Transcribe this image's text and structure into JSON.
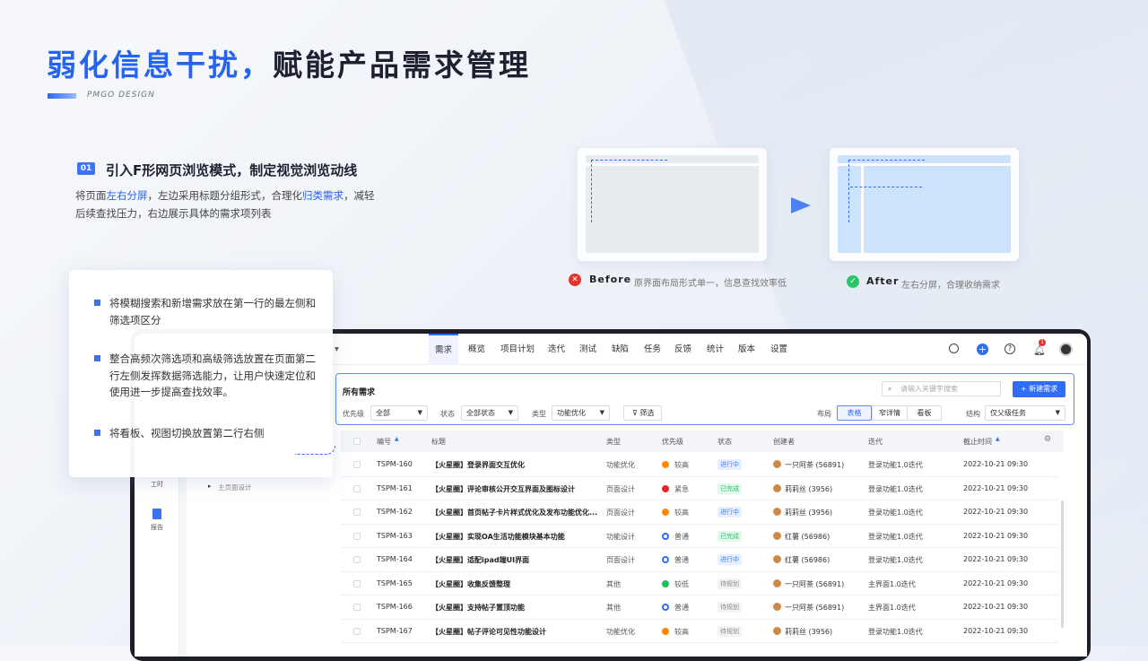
{
  "header": {
    "title_blue": "弱化信息干扰，",
    "title_dark": "赋能产品需求管理",
    "brand": "PMGO DESIGN"
  },
  "section": {
    "index": "01",
    "heading": "引入F形网页浏览模式，制定视觉浏览动线",
    "para_1": "将页面",
    "para_hl1": "左右分屏",
    "para_2": "，左边采用标题分组形式，合理化",
    "para_hl2": "归类需求",
    "para_3": "，减轻后续查找压力，右边展示具体的需求项列表"
  },
  "compare": {
    "before_label": "Before",
    "before_desc": "原界面布局形式单一，信息查找效率低",
    "after_label": "After",
    "after_desc": "左右分屏，合理收纳需求"
  },
  "tips": [
    "将模糊搜索和新增需求放在第一行的最左侧和筛选项区分",
    "整合高频次筛选项和高级筛选放置在页面第二行左侧发挥数据筛选能力，让用户快速定位和使用进一步提高查找效率。",
    "将看板、视图切换放置第二行右侧"
  ],
  "app": {
    "nav": [
      "需求",
      "概览",
      "项目计划",
      "迭代",
      "测试",
      "缺陷",
      "任务",
      "反馈",
      "统计",
      "版本",
      "设置"
    ],
    "notification_count": "1",
    "sidebar": {
      "worktime": "工时",
      "report": "报告"
    },
    "tree": {
      "item": "主页面设计"
    },
    "panel_title": "所有需求",
    "search_placeholder": "请输入关键字搜索",
    "new_button": "新建需求",
    "filters": {
      "priority_label": "优先级",
      "priority_value": "全部",
      "status_label": "状态",
      "status_value": "全部状态",
      "type_label": "类型",
      "type_value": "功能优化",
      "filter_button": "筛选",
      "layout_label": "布局",
      "layout_options": [
        "表格",
        "窄详情",
        "看板"
      ],
      "structure_label": "结构",
      "structure_value": "仅父级任务"
    },
    "columns": [
      "编号",
      "标题",
      "类型",
      "优先级",
      "状态",
      "创建者",
      "迭代",
      "截止时间"
    ],
    "rows": [
      {
        "id": "TSPM-160",
        "title": "【火星圈】登录界面交互优化",
        "type": "功能优化",
        "priority": "较高",
        "status": "进行中",
        "creator": "一只阿茶 (56891)",
        "iteration": "登录功能1.0迭代",
        "due": "2022-10-21 09:30"
      },
      {
        "id": "TSPM-161",
        "title": "【火星圈】评论审核公开交互界面及图标设计",
        "type": "页面设计",
        "priority": "紧急",
        "status": "已完成",
        "creator": "莉莉丝 (3956)",
        "iteration": "登录功能1.0迭代",
        "due": "2022-10-21 09:30"
      },
      {
        "id": "TSPM-162",
        "title": "【火星圈】首页帖子卡片样式优化及发布功能优化...",
        "type": "页面设计",
        "priority": "较高",
        "status": "进行中",
        "creator": "莉莉丝 (3956)",
        "iteration": "登录功能1.0迭代",
        "due": "2022-10-21 09:30"
      },
      {
        "id": "TSPM-163",
        "title": "【火星圈】实现OA生活功能模块基本功能",
        "type": "功能设计",
        "priority": "普通",
        "status": "已完成",
        "creator": "红薯 (56986)",
        "iteration": "登录功能1.0迭代",
        "due": "2022-10-21 09:30"
      },
      {
        "id": "TSPM-164",
        "title": "【火星圈】适配ipad端UI界面",
        "type": "页面设计",
        "priority": "普通",
        "status": "进行中",
        "creator": "红薯 (56986)",
        "iteration": "登录功能1.0迭代",
        "due": "2022-10-21 09:30"
      },
      {
        "id": "TSPM-165",
        "title": "【火星圈】收集反馈整理",
        "type": "其他",
        "priority": "较低",
        "status": "待规划",
        "creator": "一只阿茶 (56891)",
        "iteration": "主界面1.0迭代",
        "due": "2022-10-21 09:30"
      },
      {
        "id": "TSPM-166",
        "title": "【火星圈】支持帖子置顶功能",
        "type": "其他",
        "priority": "普通",
        "status": "待规划",
        "creator": "一只阿茶 (56891)",
        "iteration": "主界面1.0迭代",
        "due": "2022-10-21 09:30"
      },
      {
        "id": "TSPM-167",
        "title": "【火星圈】帖子评论可见性功能设计",
        "type": "功能优化",
        "priority": "较高",
        "status": "待规划",
        "creator": "莉莉丝 (3956)",
        "iteration": "登录功能1.0迭代",
        "due": "2022-10-21 09:30"
      }
    ]
  },
  "colors": {
    "accent": "#2f6df5",
    "priority": {
      "较高": "#ff8a00",
      "紧急": "#e8262a",
      "普通": "#2f6df5",
      "较低": "#1fbf5a"
    },
    "status": {
      "进行中": [
        "#e8f0ff",
        "#3d7bff"
      ],
      "已完成": [
        "#e3f9ec",
        "#2dbd6e"
      ],
      "待规划": [
        "#f2f3f5",
        "#888888"
      ]
    }
  }
}
